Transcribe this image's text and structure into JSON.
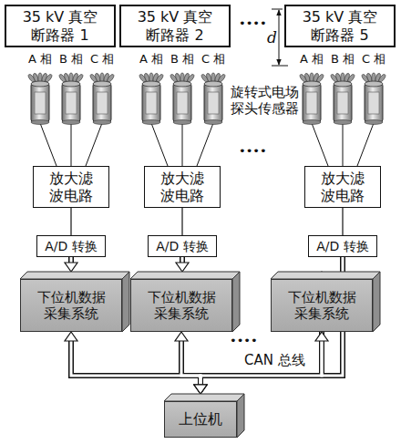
{
  "diagram": {
    "nodes": [
      {
        "text": [
          "35 kV 真空 断路器 1"
        ]
      },
      {
        "text": [
          "35 kV 真空 断路器 2"
        ]
      },
      {
        "text": [
          "35 kV 真空 断路器 5"
        ]
      },
      {
        "text": [
          "放大滤 波电路"
        ]
      },
      {
        "text": [
          "放大滤 波电路"
        ]
      },
      {
        "text": [
          "放大滤 波电路"
        ]
      },
      {
        "text": [
          "A/D 转换"
        ]
      },
      {
        "text": [
          "A/D 转换"
        ]
      },
      {
        "text": [
          "A/D 转换"
        ]
      },
      {
        "text": [
          "下位机数据 采集系统"
        ]
      },
      {
        "text": [
          "下位机数据 采集系统"
        ]
      },
      {
        "text": [
          "下位机数据 采集系统"
        ]
      },
      {
        "text": [
          "上位机"
        ]
      }
    ],
    "edges": [
      {
        "from": 3,
        "to": 6,
        "arrow": "none"
      },
      {
        "from": 4,
        "to": 7,
        "arrow": "none"
      },
      {
        "from": 5,
        "to": 8,
        "arrow": "none"
      },
      {
        "from": 6,
        "to": 9,
        "arrow": "to"
      },
      {
        "from": 7,
        "to": 10,
        "arrow": "to"
      },
      {
        "from": 8,
        "to": 11,
        "arrow": "to"
      },
      {
        "from": 9,
        "to": 12,
        "arrow": "both"
      },
      {
        "from": 10,
        "to": 12,
        "arrow": "both"
      },
      {
        "from": 11,
        "to": 12,
        "arrow": "both"
      }
    ],
    "labels": [
      "A 相",
      "B 相",
      "C 相",
      "A 相",
      "B 相",
      "C 相",
      "A 相",
      "B 相",
      "C 相",
      "旋转式电场 探头传感器",
      "d",
      "••••",
      "••••",
      "••••",
      "CAN 总线"
    ]
  }
}
